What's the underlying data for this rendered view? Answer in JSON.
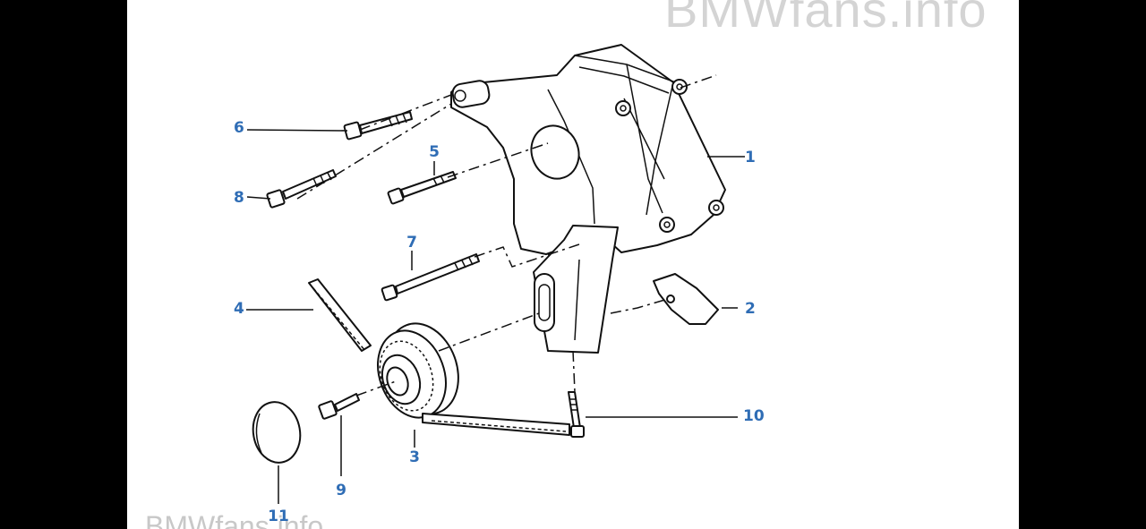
{
  "watermark_top": "BMWfans.info",
  "watermark_bottom": "BMWfans.info",
  "callouts": {
    "c1": "1",
    "c2": "2",
    "c3": "3",
    "c4": "4",
    "c5": "5",
    "c6": "6",
    "c7": "7",
    "c8": "8",
    "c9": "9",
    "c10": "10",
    "c11": "11"
  },
  "colors": {
    "callout": "#2f6db5",
    "line": "#111111",
    "letterbox": "#000000",
    "background": "#ffffff",
    "watermark": "#d4d4d4"
  }
}
